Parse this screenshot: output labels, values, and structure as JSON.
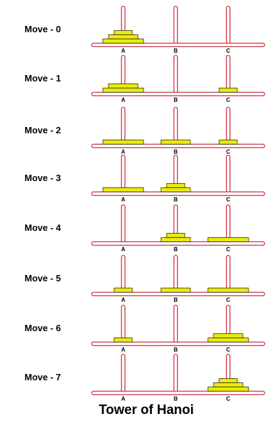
{
  "title": "Tower of Hanoi",
  "peg_labels": [
    "A",
    "B",
    "C"
  ],
  "colors": {
    "peg": "#cc3344",
    "peg_fill": "#ffffff",
    "disk_fill": "#e8ea10",
    "disk_stroke": "#333300"
  },
  "moves": [
    {
      "label": "Move - 0",
      "pegs": [
        [
          3,
          2,
          1
        ],
        [],
        []
      ]
    },
    {
      "label": "Move - 1",
      "pegs": [
        [
          3,
          2
        ],
        [],
        [
          1
        ]
      ]
    },
    {
      "label": "Move - 2",
      "pegs": [
        [
          3
        ],
        [
          2
        ],
        [
          1
        ]
      ]
    },
    {
      "label": "Move - 3",
      "pegs": [
        [
          3
        ],
        [
          2,
          1
        ],
        []
      ]
    },
    {
      "label": "Move - 4",
      "pegs": [
        [],
        [
          2,
          1
        ],
        [
          3
        ]
      ]
    },
    {
      "label": "Move - 5",
      "pegs": [
        [
          1
        ],
        [
          2
        ],
        [
          3
        ]
      ]
    },
    {
      "label": "Move - 6",
      "pegs": [
        [
          1
        ],
        [],
        [
          3,
          2
        ]
      ]
    },
    {
      "label": "Move - 7",
      "pegs": [
        [],
        [],
        [
          3,
          2,
          1
        ]
      ]
    }
  ]
}
